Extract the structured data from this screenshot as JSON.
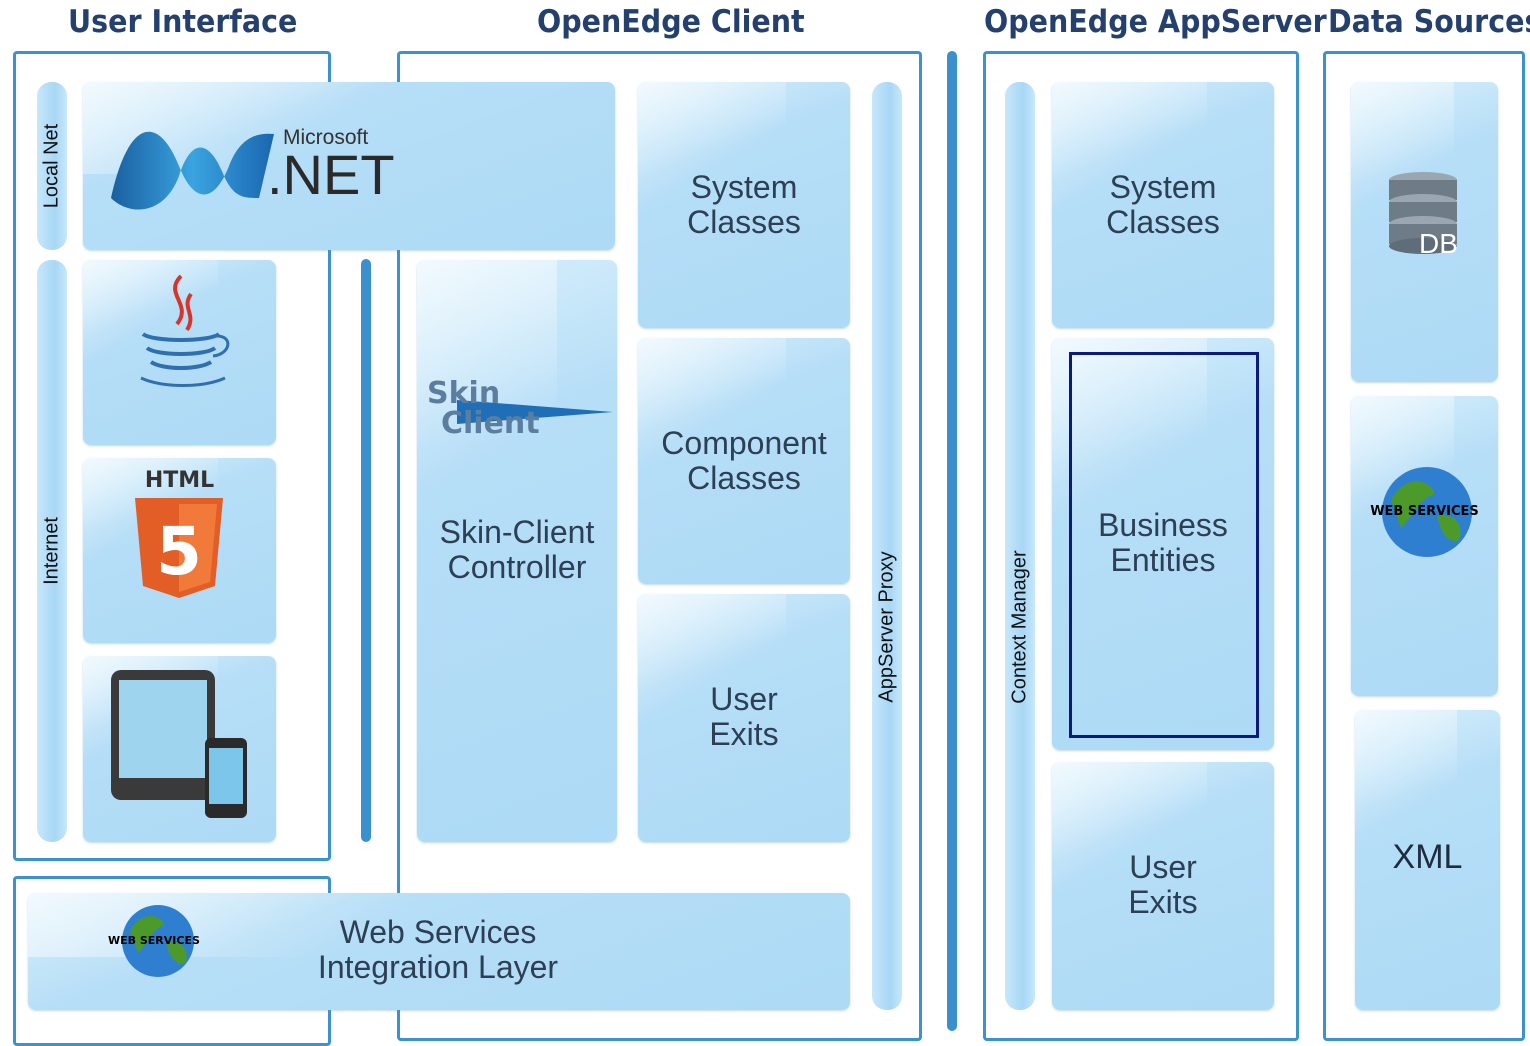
{
  "columns": {
    "user_interface": "User Interface",
    "openedge_client": "OpenEdge Client",
    "openedge_appserver": "OpenEdge AppServer",
    "data_sources": "Data Sources"
  },
  "side_labels": {
    "local_net": "Local Net",
    "internet": "Internet",
    "appserver_proxy": "AppServer Proxy",
    "context_manager": "Context Manager"
  },
  "ui": {
    "net_logo_brand": "Microsoft",
    "net_logo_text": ".NET",
    "html5_label": "HTML"
  },
  "client": {
    "skin_logo_line1": "Skin",
    "skin_logo_line2": "Client",
    "skin_client_controller": "Skin-Client\nController",
    "system_classes": "System\nClasses",
    "component_classes": "Component\nClasses",
    "user_exits": "User\nExits",
    "web_services_layer": "Web Services\nIntegration Layer",
    "web_services_badge": "WEB SERVICES"
  },
  "appserver": {
    "system_classes": "System\nClasses",
    "business_entities": "Business\nEntities",
    "user_exits": "User\nExits"
  },
  "data_sources": {
    "db": "DB",
    "web_services_badge": "WEB SERVICES",
    "xml": "XML"
  },
  "colors": {
    "frame": "#3a92d0",
    "box": "#b6def7",
    "title": "#24406e",
    "highlight_border": "#0a1a80"
  }
}
